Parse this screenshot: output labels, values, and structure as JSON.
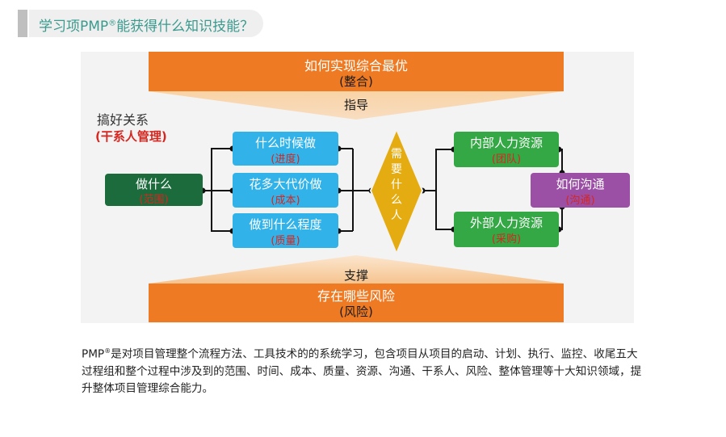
{
  "header": {
    "title_pre": "学习项PMP",
    "title_reg": "®",
    "title_post": "能获得什么知识技能？"
  },
  "diagram": {
    "top_title": "如何实现综合最优",
    "top_sub": "(整合)",
    "top_guide": "指导",
    "bottom_support": "支撑",
    "bottom_title": "存在哪些风险",
    "bottom_sub": "(风险)",
    "side_label": "搞好关系",
    "side_sub": "(干系人管理)",
    "left_box": {
      "title": "做什么",
      "sub": "(范围)"
    },
    "mid_boxes": [
      {
        "title": "什么时候做",
        "sub": "(进度)"
      },
      {
        "title": "花多大代价做",
        "sub": "(成本)"
      },
      {
        "title": "做到什么程度",
        "sub": "(质量)"
      }
    ],
    "diamond_chars": [
      "需",
      "要",
      "什",
      "么",
      "人"
    ],
    "right_boxes": [
      {
        "title": "内部人力资源",
        "sub": "(团队)"
      },
      {
        "title": "外部人力资源",
        "sub": "(采购)"
      }
    ],
    "far_right_box": {
      "title": "如何沟通",
      "sub": "(沟通)"
    },
    "colors": {
      "orange": "#ee7b24",
      "peach": "#f8cf9f",
      "dark_green": "#1c6b3c",
      "sky_blue": "#31b3ea",
      "gold": "#e5ac11",
      "green": "#33a844",
      "purple": "#9b4fa5",
      "red_text": "#d7261f"
    }
  },
  "paragraph": {
    "pre": "PMP",
    "reg": "®",
    "post": "是对项目管理整个流程方法、工具技术的的系统学习，包含项目从项目的启动、计划、执行、监控、收尾五大过程组和整个过程中涉及到的范围、时间、成本、质量、资源、沟通、干系人、风险、整体管理等十大知识领域，提升整体项目管理综合能力。"
  }
}
